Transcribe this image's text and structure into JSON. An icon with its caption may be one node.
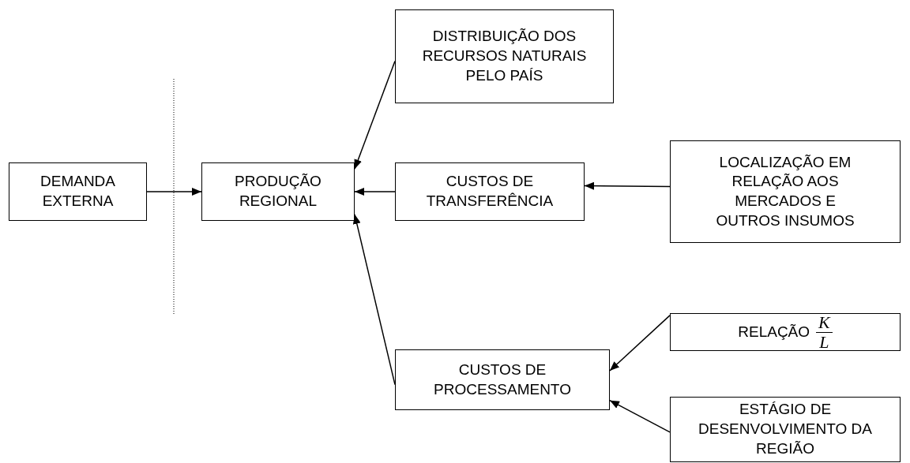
{
  "diagram": {
    "nodes": [
      {
        "text": [
          "DEMANDA EXTERNA"
        ]
      },
      {
        "text": [
          "PRODUÇÃO REGIONAL"
        ]
      },
      {
        "text": [
          "DISTRIBUIÇÃO DOS RECURSOS NATURAIS PELO PAÍS"
        ]
      },
      {
        "text": [
          "CUSTOS DE TRANSFERÊNCIA"
        ]
      },
      {
        "text": [
          "LOCALIZAÇÃO EM RELAÇÃO AOS MERCADOS E OUTROS INSUMOS"
        ]
      },
      {
        "text": [
          "RELAÇÃO",
          "K",
          "L"
        ]
      },
      {
        "text": [
          "CUSTOS DE PROCESSAMENTO"
        ]
      },
      {
        "text": [
          "ESTÁGIO DE DESENVOLVIMENTO DA REGIÃO"
        ]
      }
    ],
    "edges": [
      {
        "from": 0,
        "to": 1,
        "arrow": "to"
      },
      {
        "from": 2,
        "to": 1,
        "arrow": "to"
      },
      {
        "from": 3,
        "to": 1,
        "arrow": "to"
      },
      {
        "from": 4,
        "to": 3,
        "arrow": "to"
      },
      {
        "from": 6,
        "to": 1,
        "arrow": "to"
      },
      {
        "from": 5,
        "to": 6,
        "arrow": "to"
      },
      {
        "from": 7,
        "to": 6,
        "arrow": "to"
      }
    ]
  }
}
